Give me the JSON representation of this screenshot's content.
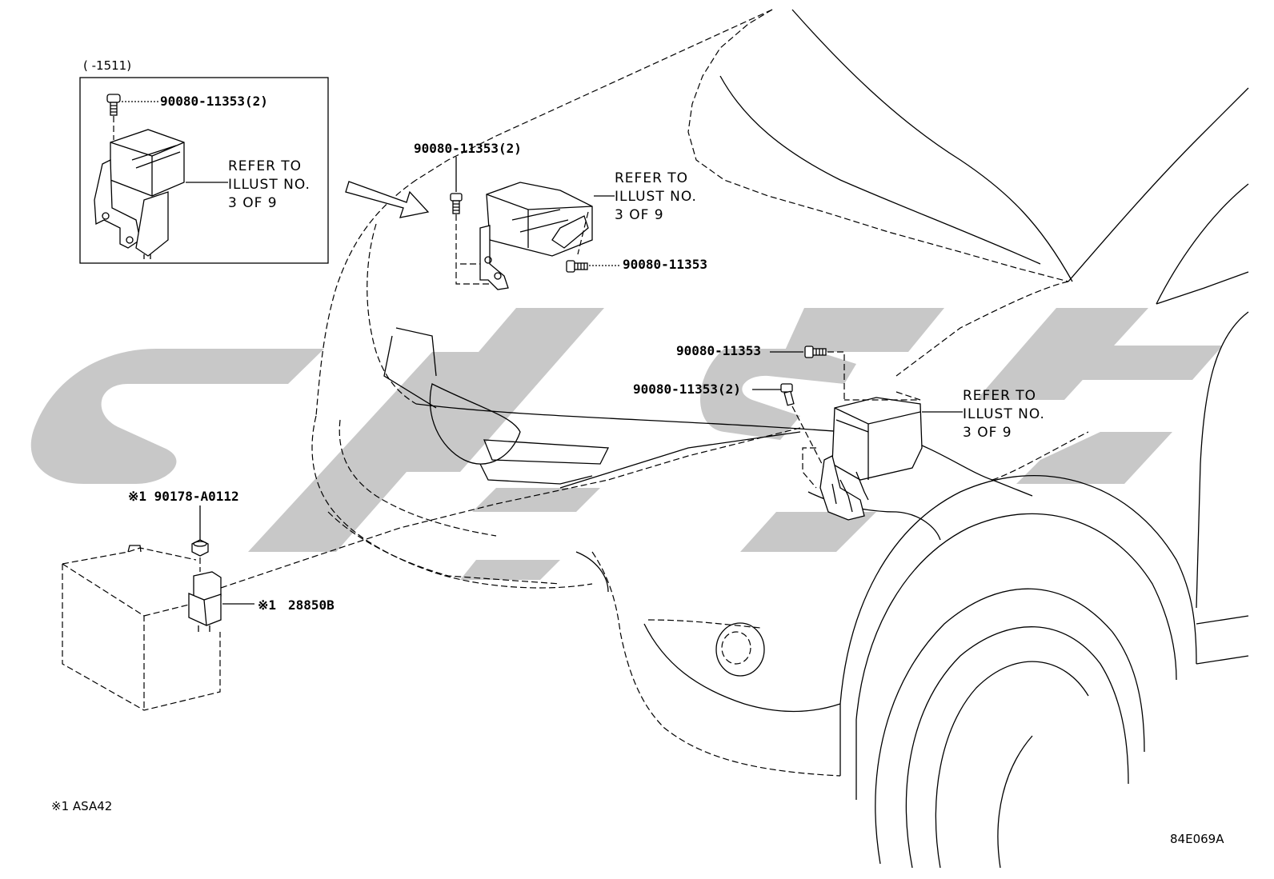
{
  "inset": {
    "range_label": "(     -1511)",
    "bolt_label": "90080-11353(2)",
    "refer_line1": "REFER TO",
    "refer_line2": "ILLUST NO.",
    "refer_line3": "3 OF 9"
  },
  "upper_box": {
    "bolt_top_label": "90080-11353(2)",
    "bolt_side_label": "90080-11353",
    "refer_line1": "REFER TO",
    "refer_line2": "ILLUST NO.",
    "refer_line3": "3 OF 9"
  },
  "right_box": {
    "bolt_top_label": "90080-11353",
    "bolt_side_label": "90080-11353(2)",
    "refer_line1": "REFER TO",
    "refer_line2": "ILLUST NO.",
    "refer_line3": "3 OF 9"
  },
  "battery_area": {
    "nut_label": "※1 90178-A0112",
    "relay_mark": "※1",
    "relay_label": "28850B"
  },
  "footnote": "※1 ASA42",
  "diagram_code": "84E069A"
}
